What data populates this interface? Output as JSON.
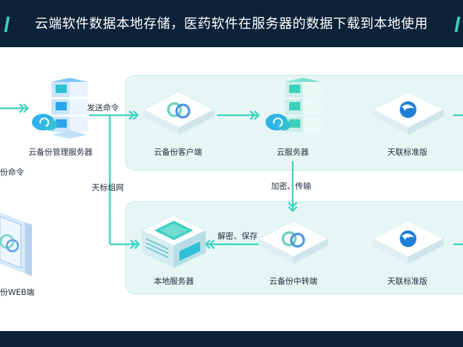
{
  "header": {
    "title": "云端软件数据本地存储，医药软件在服务器的数据下载到本地使用"
  },
  "nodes": {
    "cloud_backup_mgmt_server": "云备份管理服务器",
    "cloud_backup_client": "云备份客户端",
    "cloud_server": "云服务器",
    "tianlian_standard_top": "天联标准版",
    "local_server": "本地服务器",
    "cloud_backup_relay": "云备份中转端",
    "tianlian_standard_bottom": "天联标准版",
    "web_client_partial": "份WEB端"
  },
  "edges": {
    "send_command": "发送命令",
    "backup_command_partial": "份命令",
    "tianbiao_network": "天标组网",
    "encrypt_transfer": "加密、传输",
    "decrypt_save": "解密、保存"
  },
  "colors": {
    "header_bg": "#0c2238",
    "accent_teal": "#3ccfc0",
    "panel_bg": "#e6f6f5",
    "arrow_teal": "#45d3c3"
  },
  "icons": {
    "server": "server-stack-icon",
    "cloud": "cloud-sync-icon",
    "client": "cloud-backup-logo-icon",
    "tianlian": "tianlian-logo-icon"
  }
}
